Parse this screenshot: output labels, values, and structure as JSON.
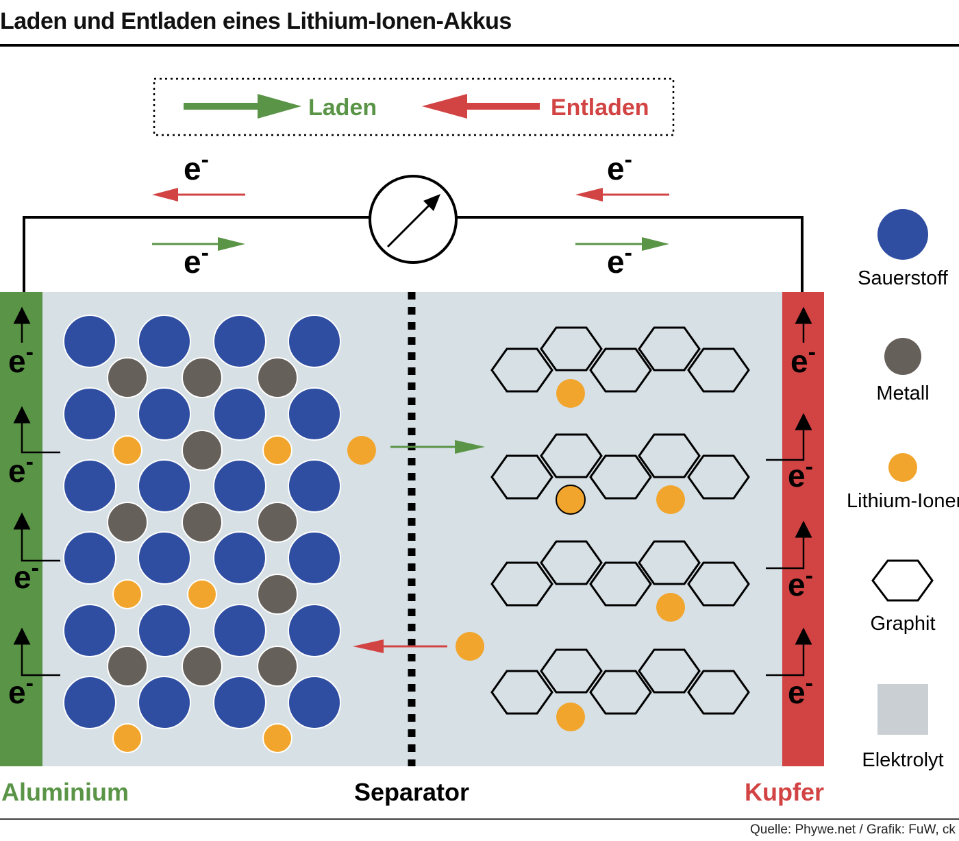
{
  "title": "Laden und Entladen eines Lithium-Ionen-Akkus",
  "key": {
    "laden": "Laden",
    "entladen": "Entladen"
  },
  "electron": "e",
  "electron_charge": "-",
  "electrodes": {
    "left": "Aluminium",
    "right": "Kupfer",
    "separator": "Separator"
  },
  "legend": {
    "sauerstoff": "Sauerstoff",
    "metall": "Metall",
    "lithium": "Lithium-Ionen",
    "graphit": "Graphit",
    "elektrolyt": "Elektrolyt"
  },
  "credits": "Quelle: Phywe.net / Grafik: FuW, ck",
  "colors": {
    "green": "#5a9447",
    "red": "#d24343",
    "blue": "#2f4ea1",
    "gray": "#66605b",
    "orange": "#f2a52c",
    "electrolyte": "#d7e0e5",
    "legend_electrolyte": "#c9cfd2"
  }
}
